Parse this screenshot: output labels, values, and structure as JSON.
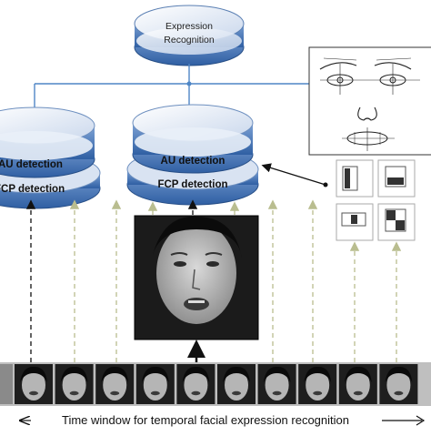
{
  "top_node": {
    "line1": "Expression",
    "line2": "Recognition"
  },
  "left_stack": {
    "upper_label": "AU detection",
    "lower_label": "FCP detection"
  },
  "center_stack": {
    "upper_label": "AU detection",
    "lower_label": "FCP detection"
  },
  "caption": "Time window for temporal facial expression recognition",
  "colors": {
    "accent_blue": "#4a7fc1",
    "disk_light": "#e6edf7",
    "disk_shadow": "#9fb6d9",
    "line_blue": "#4f86c6",
    "dashed_olive": "#b9bd8f"
  },
  "icons": {
    "face_photo": "portrait-photo",
    "landmark_sketch": "facial-landmark-sketch",
    "feature_filters": "haar-feature-icons"
  }
}
